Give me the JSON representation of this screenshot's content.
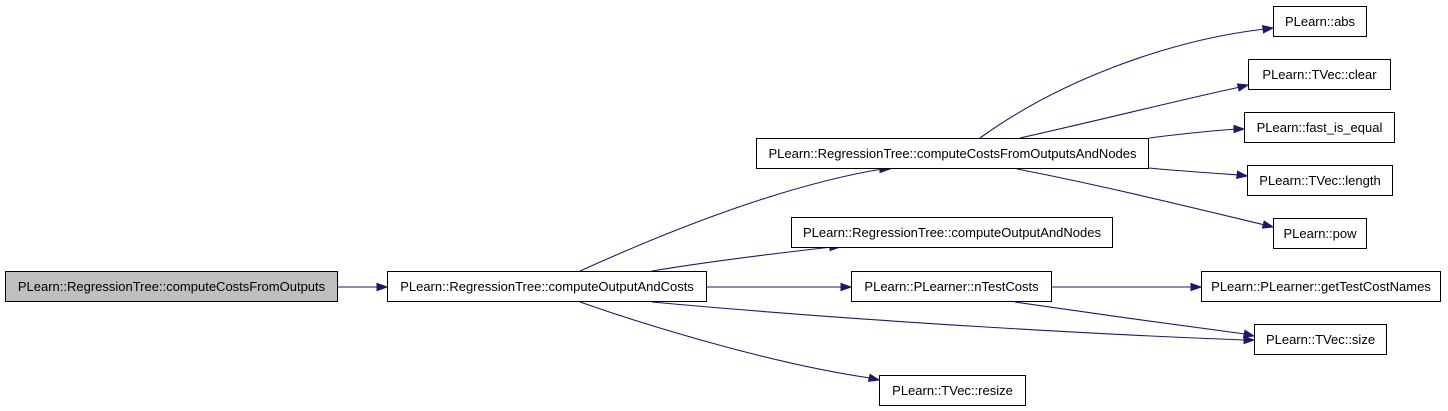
{
  "diagram": {
    "colors": {
      "edge": "#191970",
      "node_border": "#000000",
      "root_fill": "#bfbfbf",
      "node_fill": "#ffffff",
      "background": "#ffffff"
    },
    "nodes": [
      {
        "id": "root",
        "label": "PLearn::RegressionTree::computeCostsFromOutputs"
      },
      {
        "id": "computeOutputAndCosts",
        "label": "PLearn::RegressionTree::computeOutputAndCosts"
      },
      {
        "id": "computeCostsFromOutputsAndNodes",
        "label": "PLearn::RegressionTree::computeCostsFromOutputsAndNodes"
      },
      {
        "id": "computeOutputAndNodes",
        "label": "PLearn::RegressionTree::computeOutputAndNodes"
      },
      {
        "id": "nTestCosts",
        "label": "PLearn::PLearner::nTestCosts"
      },
      {
        "id": "resize",
        "label": "PLearn::TVec::resize"
      },
      {
        "id": "abs",
        "label": "PLearn::abs"
      },
      {
        "id": "clear",
        "label": "PLearn::TVec::clear"
      },
      {
        "id": "fast_is_equal",
        "label": "PLearn::fast_is_equal"
      },
      {
        "id": "length",
        "label": "PLearn::TVec::length"
      },
      {
        "id": "pow",
        "label": "PLearn::pow"
      },
      {
        "id": "getTestCostNames",
        "label": "PLearn::PLearner::getTestCostNames"
      },
      {
        "id": "size",
        "label": "PLearn::TVec::size"
      }
    ],
    "edges": [
      {
        "from": "root",
        "to": "computeOutputAndCosts"
      },
      {
        "from": "computeOutputAndCosts",
        "to": "computeCostsFromOutputsAndNodes"
      },
      {
        "from": "computeOutputAndCosts",
        "to": "computeOutputAndNodes"
      },
      {
        "from": "computeOutputAndCosts",
        "to": "nTestCosts"
      },
      {
        "from": "computeOutputAndCosts",
        "to": "size"
      },
      {
        "from": "computeOutputAndCosts",
        "to": "resize"
      },
      {
        "from": "computeCostsFromOutputsAndNodes",
        "to": "abs"
      },
      {
        "from": "computeCostsFromOutputsAndNodes",
        "to": "clear"
      },
      {
        "from": "computeCostsFromOutputsAndNodes",
        "to": "fast_is_equal"
      },
      {
        "from": "computeCostsFromOutputsAndNodes",
        "to": "length"
      },
      {
        "from": "computeCostsFromOutputsAndNodes",
        "to": "pow"
      },
      {
        "from": "nTestCosts",
        "to": "getTestCostNames"
      },
      {
        "from": "nTestCosts",
        "to": "size"
      }
    ]
  }
}
